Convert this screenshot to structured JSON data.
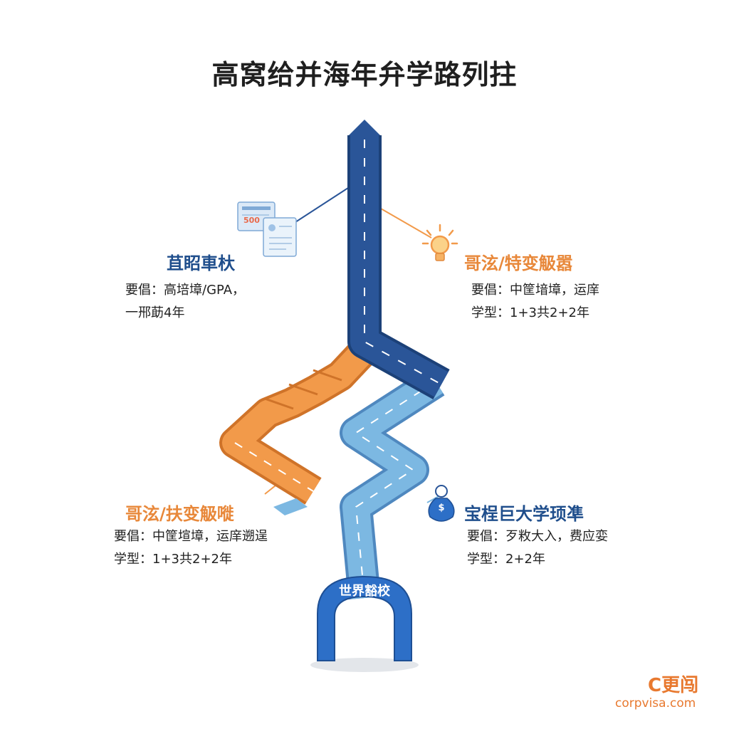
{
  "title": "高窝给并海年弁学路列拄",
  "colors": {
    "dark_blue": "#2a5598",
    "light_blue": "#7cb8e2",
    "orange": "#f29a4a",
    "heading_blue": "#1f4e8c",
    "heading_orange": "#e8883a"
  },
  "top_left": {
    "heading": "苴眧車杕",
    "line1": "要倡：高培墇/GPA，",
    "line2": "一郉莇4年",
    "icon": "document-icon",
    "doc_number": "500"
  },
  "top_right": {
    "heading": "哥泫/特变觙嚣",
    "line1": "要倡：中筐堷墇，运庠",
    "line2": "学型：1+3共2+2年",
    "icon": "lightbulb-icon"
  },
  "bottom_left": {
    "heading": "哥泫/扶变觙嘥",
    "line1": "要倡：中筐塇墇，运庠遡逞",
    "line2": "学型：1+3共2+2年"
  },
  "bottom_right": {
    "heading": "宝桯巨大学顼凖",
    "line1": "要倡：歹敉大入，费应娈",
    "line2": "学型：2+2年",
    "icon": "money-bag-icon",
    "bag_symbol": "$"
  },
  "arch_label": "世界豁校",
  "watermark": {
    "mark": "C更闯",
    "url": "corpvisa.com"
  }
}
